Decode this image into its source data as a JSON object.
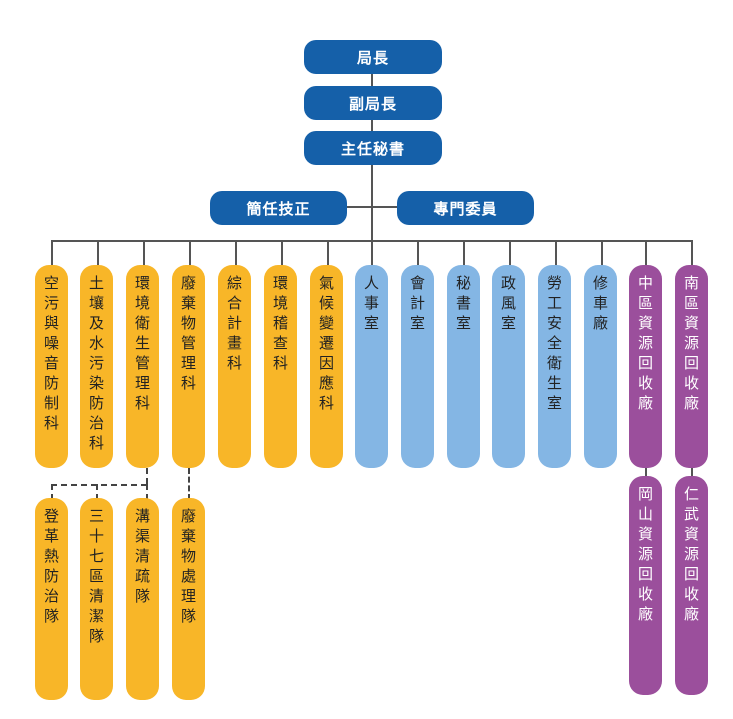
{
  "colors": {
    "leadership": "#1560a9",
    "section": "#f8b628",
    "office": "#84b6e4",
    "plant": "#9b4f9c",
    "line": "#555555"
  },
  "top": [
    "局長",
    "副局長",
    "主任秘書"
  ],
  "staff": [
    "簡任技正",
    "專門委員"
  ],
  "units": [
    {
      "name": "空污與噪音防制科",
      "type": "section"
    },
    {
      "name": "土壤及水污染防治科",
      "type": "section"
    },
    {
      "name": "環境衛生管理科",
      "type": "section"
    },
    {
      "name": "廢棄物管理科",
      "type": "section"
    },
    {
      "name": "綜合計畫科",
      "type": "section"
    },
    {
      "name": "環境稽查科",
      "type": "section"
    },
    {
      "name": "氣候變遷因應科",
      "type": "section"
    },
    {
      "name": "人事室",
      "type": "office"
    },
    {
      "name": "會計室",
      "type": "office"
    },
    {
      "name": "秘書室",
      "type": "office"
    },
    {
      "name": "政風室",
      "type": "office"
    },
    {
      "name": "勞工安全衛生室",
      "type": "office"
    },
    {
      "name": "修車廠",
      "type": "office"
    },
    {
      "name": "中區資源回收廠",
      "type": "plant"
    },
    {
      "name": "南區資源回收廠",
      "type": "plant"
    }
  ],
  "sub_units": [
    {
      "name": "登革熱防治隊",
      "type": "section",
      "parent": "環境衛生管理科"
    },
    {
      "name": "三十七區清潔隊",
      "type": "section",
      "parent": "環境衛生管理科"
    },
    {
      "name": "溝渠清疏隊",
      "type": "section",
      "parent": "環境衛生管理科"
    },
    {
      "name": "廢棄物處理隊",
      "type": "section",
      "parent": "廢棄物管理科"
    },
    {
      "name": "岡山資源回收廠",
      "type": "plant",
      "parent": "中區資源回收廠"
    },
    {
      "name": "仁武資源回收廠",
      "type": "plant",
      "parent": "南區資源回收廠"
    }
  ]
}
